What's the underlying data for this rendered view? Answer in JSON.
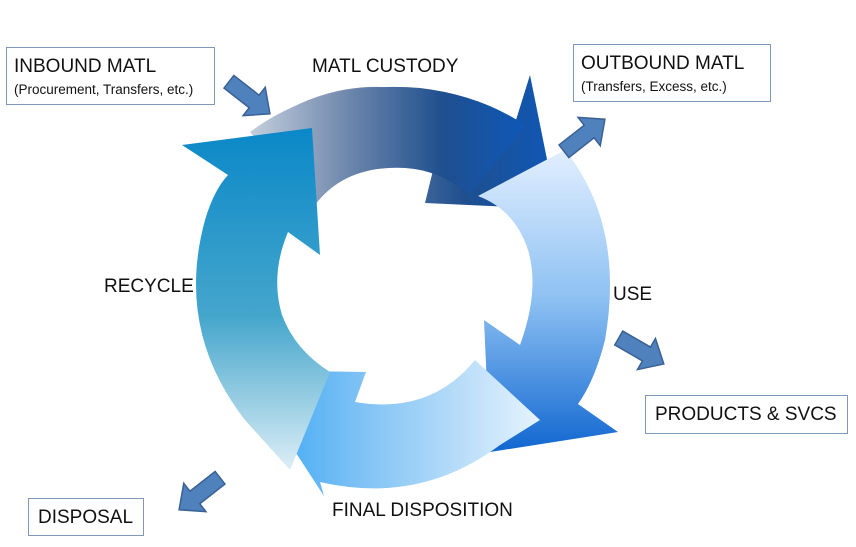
{
  "stages": {
    "top": "MATL CUSTODY",
    "right": "USE",
    "bottom": "FINAL DISPOSITION",
    "left": "RECYCLE"
  },
  "boxes": {
    "inbound": {
      "title": "INBOUND MATL",
      "subtitle": "(Procurement,  Transfers, etc.)"
    },
    "outbound": {
      "title": "OUTBOUND MATL",
      "subtitle": "(Transfers, Excess, etc.)"
    },
    "products": {
      "title": "PRODUCTS & SVCS"
    },
    "disposal": {
      "title": "DISPOSAL"
    }
  },
  "colors": {
    "small_arrow_fill": "#4f81bd",
    "small_arrow_stroke": "#3a6193",
    "box_border": "#7f98b8"
  }
}
